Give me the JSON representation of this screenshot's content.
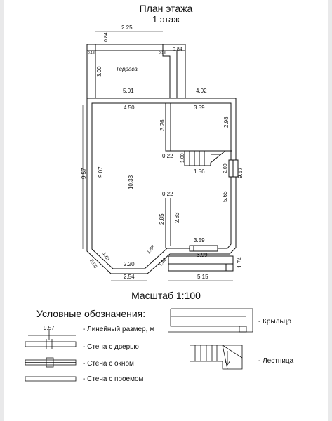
{
  "header": {
    "title": "План этажа",
    "floor": "1 этаж"
  },
  "plan": {
    "room_label": "Терраса",
    "dims": {
      "top_width": "2.25",
      "top_left_small": "0.84",
      "top_right_small": "0.84",
      "corner_left": "0.18",
      "corner_right": "0.18",
      "terrace_height": "3.00",
      "terrace_bottom": "5.01",
      "right_top": "4.02",
      "inner_left": "4.50",
      "inner_right": "3.59",
      "wall_a": "3.26",
      "wall_b": "2.98",
      "stair_gap": "0.22",
      "stair_small": "1.00",
      "stair_width": "1.56",
      "window_right": "2.00",
      "outer_left": "9.57",
      "inner_height": "9.07",
      "center_height": "10.33",
      "outer_right": "9.57",
      "gap_mid": "0.22",
      "wall_c": "2.85",
      "wall_d": "2.83",
      "right_lower": "5.65",
      "bottom_inner": "3.59",
      "bottom_outer": "3.99",
      "diag_left": "1.61",
      "left_short": "2.00",
      "bottom_left": "2.20",
      "diag_right_a": "1.88",
      "diag_right_b": "1.88",
      "bottom_width": "2.54",
      "porch_width": "5.15",
      "porch_depth": "1.74"
    }
  },
  "scale_label": "Масштаб 1:100",
  "legend": {
    "title": "Условные обозначения:",
    "dim_sample": "9.57",
    "items": [
      {
        "label": "- Линейный размер, м"
      },
      {
        "label": "- Стена с дверью"
      },
      {
        "label": "- Стена с окном"
      },
      {
        "label": "- Стена с проемом"
      },
      {
        "label": "- Крыльцо"
      },
      {
        "label": "- Лестница"
      }
    ]
  }
}
